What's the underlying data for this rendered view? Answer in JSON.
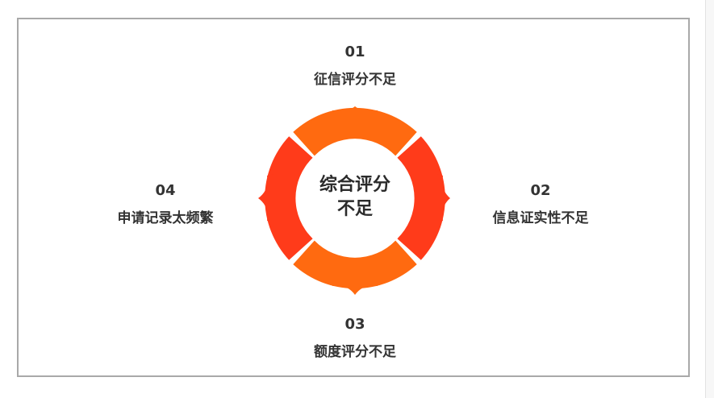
{
  "diagram": {
    "center": {
      "line1": "综合评分",
      "line2": "不足"
    },
    "items": [
      {
        "position": "top",
        "number": "01",
        "label": "征信评分不足",
        "color": "#ff6a10"
      },
      {
        "position": "right",
        "number": "02",
        "label": "信息证实性不足",
        "color": "#ff3b1a"
      },
      {
        "position": "bottom",
        "number": "03",
        "label": "额度评分不足",
        "color": "#ff6a10"
      },
      {
        "position": "left",
        "number": "04",
        "label": "申请记录太频繁",
        "color": "#ff3b1a"
      }
    ]
  },
  "colors": {
    "orange": "#ff6a10",
    "red": "#ff3b1a",
    "text": "#333333",
    "frame_border": "#a9a9a9"
  }
}
